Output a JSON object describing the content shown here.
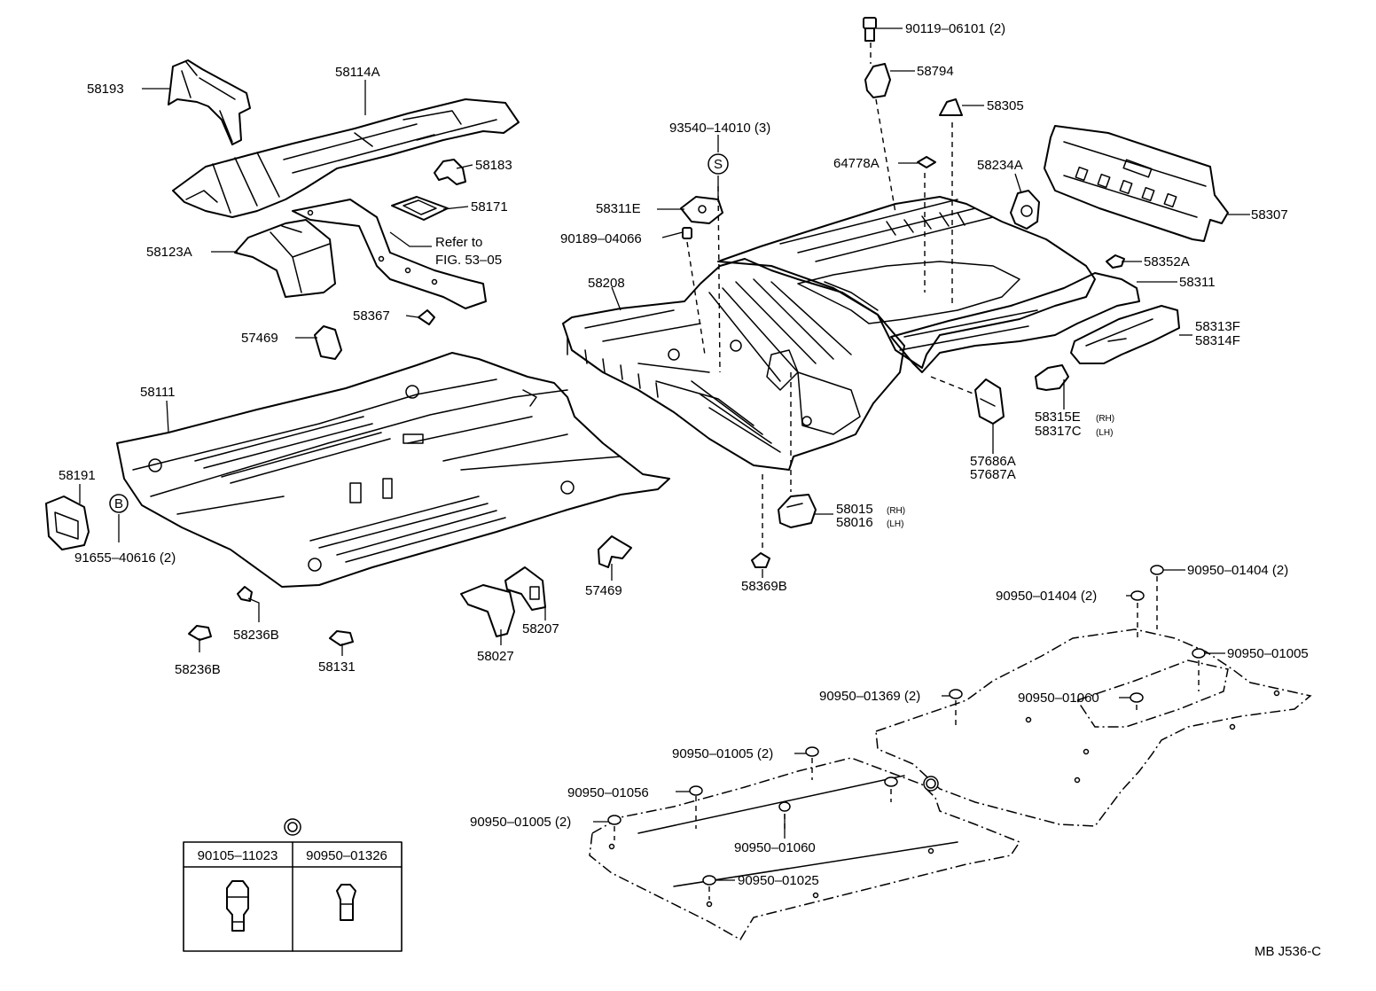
{
  "labels": {
    "p58193": "58193",
    "p58114A": "58114A",
    "p58183": "58183",
    "p58171": "58171",
    "p58123A": "58123A",
    "refer1": "Refer to",
    "refer2": "FIG. 53–05",
    "p58367": "58367",
    "p57469a": "57469",
    "p58111": "58111",
    "p58191": "58191",
    "b_letter": "B",
    "p91655": "91655–40616 (2)",
    "p58236B_a": "58236B",
    "p58236B_b": "58236B",
    "p58131": "58131",
    "p58027": "58027",
    "p58207": "58207",
    "p57469b": "57469",
    "p93540": "93540–14010 (3)",
    "s_letter": "S",
    "p58311E": "58311E",
    "p90189": "90189–04066",
    "p58208": "58208",
    "p90119": "90119–06101 (2)",
    "p58794": "58794",
    "p58305": "58305",
    "p64778A": "64778A",
    "p58234A": "58234A",
    "p58307": "58307",
    "p58352A": "58352A",
    "p58311": "58311",
    "p58313F": "58313F",
    "p58314F": "58314F",
    "p58315E": "58315E",
    "p58317C": "58317C",
    "rh1": "(RH)",
    "lh1": "(LH)",
    "p57686A": "57686A",
    "p57687A": "57687A",
    "p58015": "58015",
    "p58016": "58016",
    "rh2": "(RH)",
    "lh2": "(LH)",
    "p58369B": "58369B",
    "p90950_01404_a": "90950–01404 (2)",
    "p90950_01404_b": "90950–01404 (2)",
    "p90950_01005_a": "90950–01005",
    "p90950_01369": "90950–01369 (2)",
    "p90950_01060_a": "90950–01060",
    "p90950_01005_b": "90950–01005 (2)",
    "p90950_01056": "90950–01056",
    "p90950_01005_c": "90950–01005 (2)",
    "p90950_01060_b": "90950–01060",
    "p90950_01025": "90950–01025",
    "code": "MB J536-C"
  },
  "legend_table": {
    "col1": "90105–11023",
    "col2": "90950–01326"
  }
}
